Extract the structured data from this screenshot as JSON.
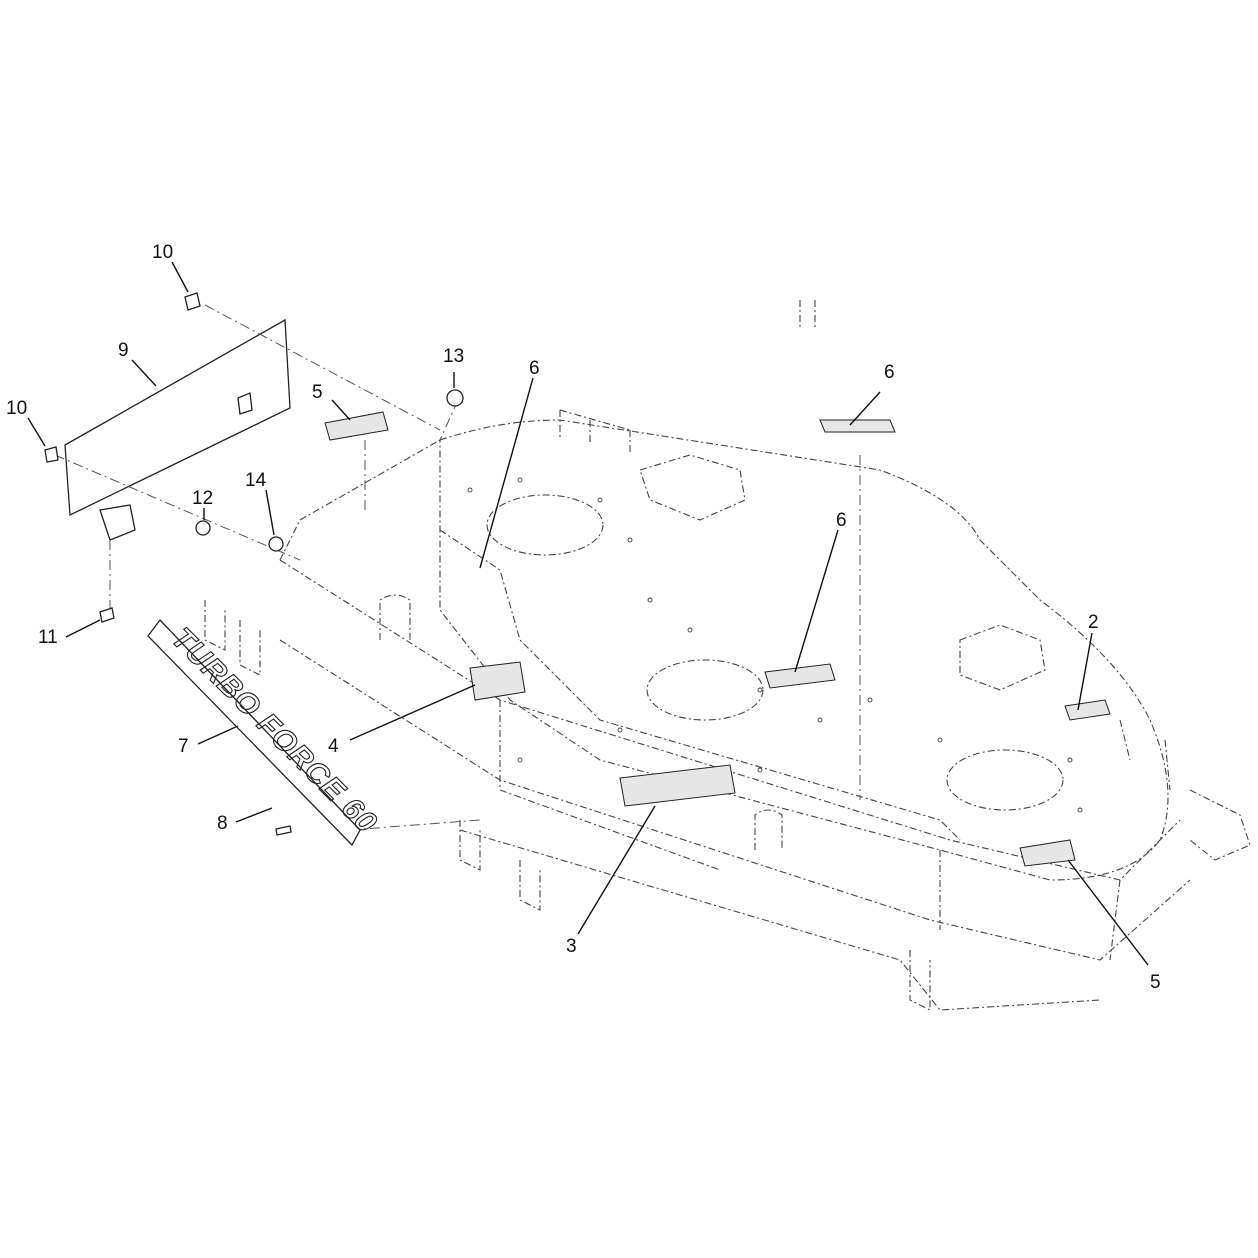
{
  "emblem": {
    "text": "TURBO FORCE 60"
  },
  "callouts": [
    {
      "id": "c10a",
      "label": "10"
    },
    {
      "id": "c9",
      "label": "9"
    },
    {
      "id": "c10b",
      "label": "10"
    },
    {
      "id": "c13",
      "label": "13"
    },
    {
      "id": "c5a",
      "label": "5"
    },
    {
      "id": "c6a",
      "label": "6"
    },
    {
      "id": "c6b",
      "label": "6"
    },
    {
      "id": "c12",
      "label": "12"
    },
    {
      "id": "c14",
      "label": "14"
    },
    {
      "id": "c6c",
      "label": "6"
    },
    {
      "id": "c2",
      "label": "2"
    },
    {
      "id": "c11",
      "label": "11"
    },
    {
      "id": "c4",
      "label": "4"
    },
    {
      "id": "c7",
      "label": "7"
    },
    {
      "id": "c8",
      "label": "8"
    },
    {
      "id": "c3",
      "label": "3"
    },
    {
      "id": "c5b",
      "label": "5"
    }
  ]
}
